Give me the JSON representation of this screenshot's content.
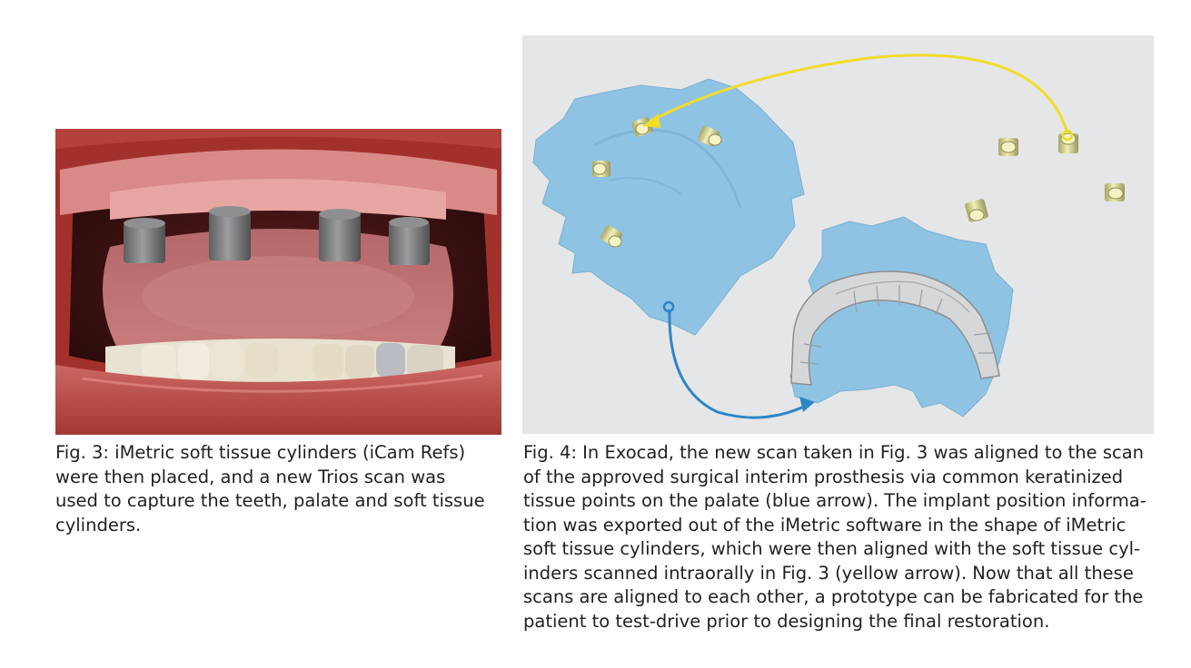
{
  "figure3": {
    "caption_lines": [
      "Fig. 3: iMetric soft tissue cylinders (iCam Refs)",
      "were then placed, and a new Trios scan was",
      "used to capture the teeth, palate and soft tissue",
      "cylinders."
    ]
  },
  "figure4": {
    "caption_lines": [
      "Fig. 4: In Exocad, the new scan taken in Fig. 3 was aligned to the scan",
      "of the approved surgical interim prosthesis via common keratinized",
      "tissue points on the palate (blue arrow). The implant position informa-",
      "tion was exported out of the iMetric software in the shape of iMetric",
      "soft tissue cylinders, which were then aligned with the soft tissue cyl-",
      "inders scanned intraorally in Fig. 3 (yellow arrow). Now that all these",
      "scans are aligned to each other, a prototype can be fabricated for the",
      "patient to test-drive prior to designing the final restoration."
    ]
  },
  "colors": {
    "scan_blue": "#8fc3e3",
    "yellow_arrow": "#f2dc2a",
    "blue_arrow": "#2b86c8",
    "cylinder_yellow": "#ecebab",
    "gum": "#d77f7d",
    "lip": "#a83530",
    "caption_text": "#231f20",
    "render_bg": "#e5e6e7"
  }
}
